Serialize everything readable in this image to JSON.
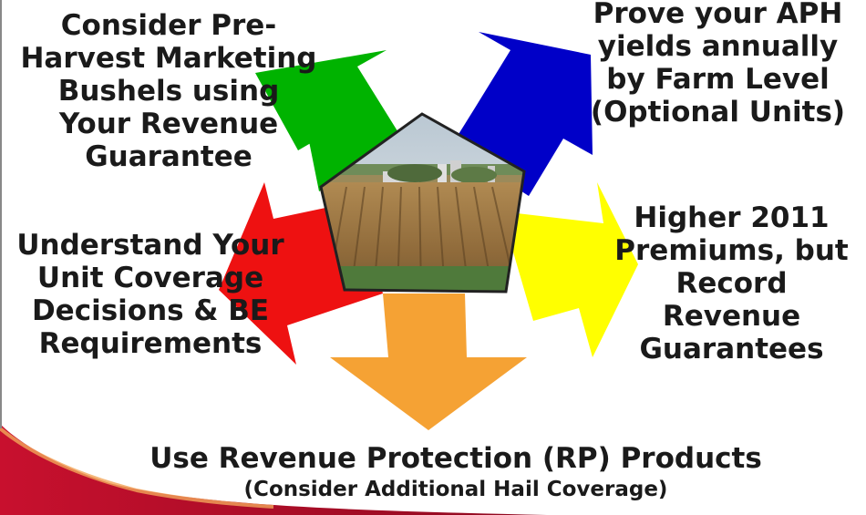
{
  "colors": {
    "green": "#00b300",
    "blue": "#0000c8",
    "red": "#ee1111",
    "yellow": "#ffff00",
    "orange": "#f5a234",
    "footer_swoosh": "#c8102e"
  },
  "center_image": "farm-cornfield-photo",
  "items": {
    "top_left": {
      "lines": [
        "Consider Pre-",
        "Harvest Marketing",
        "Bushels using",
        "Your Revenue",
        "Guarantee"
      ]
    },
    "top_right": {
      "lines": [
        "Prove your APH",
        "yields annually",
        "by Farm Level",
        "(Optional Units)"
      ]
    },
    "mid_left": {
      "lines": [
        "Understand Your",
        "Unit Coverage",
        "Decisions & BE",
        "Requirements"
      ]
    },
    "mid_right": {
      "lines": [
        "Higher 2011",
        "Premiums, but",
        "Record",
        "Revenue",
        "Guarantees"
      ]
    },
    "bottom": {
      "main": "Use Revenue Protection (RP) Products",
      "sub": "(Consider Additional Hail Coverage)"
    }
  }
}
